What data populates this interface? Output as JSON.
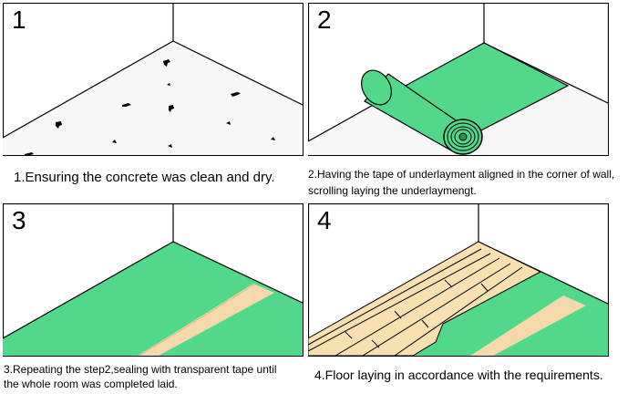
{
  "steps": [
    {
      "number": "1",
      "caption": "1.Ensuring the concrete was clean and dry."
    },
    {
      "number": "2",
      "caption_line1": "2.Having the tape of underlayment aligned in the corner of wall,",
      "caption_line2": "scrolling laying the underlaymengt."
    },
    {
      "number": "3",
      "caption_line1": "3.Repeating the step2,sealing with transparent tape until",
      "caption_line2": "the whole room was completed laid."
    },
    {
      "number": "4",
      "caption": "4.Floor laying in accordance with the requirements."
    }
  ],
  "colors": {
    "underlayment_green": "#52d88a",
    "floor_wood": "#f8e0b0",
    "tape_beige": "#f5d9ad",
    "concrete": "#f7f7f7",
    "outline": "#000000"
  },
  "icons": [
    "debris-mark",
    "underlayment-roll"
  ]
}
